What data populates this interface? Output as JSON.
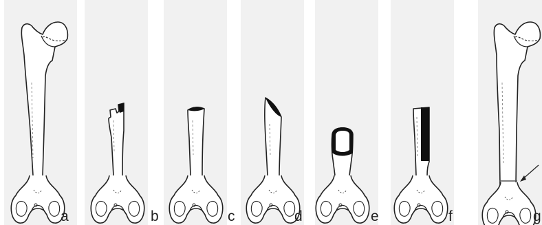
{
  "figure": {
    "labels": {
      "a": "a",
      "b": "b",
      "c": "c",
      "d": "d",
      "e": "e",
      "f": "f",
      "g": "g"
    },
    "colors": {
      "background": "#f1f1f1",
      "outline": "#222222",
      "cut_fill": "#111111",
      "label": "#222222"
    }
  }
}
